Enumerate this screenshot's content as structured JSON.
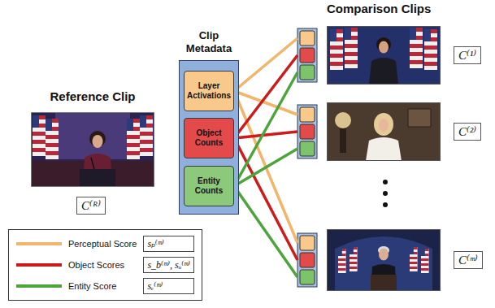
{
  "diagram": {
    "nodes": [
      {
        "text": [
          "Reference Clip",
          "C⁽ᴿ⁾"
        ]
      },
      {
        "text": [
          "Clip Metadata"
        ]
      },
      {
        "text": [
          "Layer Activations"
        ],
        "in": 1
      },
      {
        "text": [
          "Object Counts"
        ],
        "in": 1
      },
      {
        "text": [
          "Entity Counts"
        ],
        "in": 1
      },
      {
        "text": [
          "C⁽¹⁾"
        ]
      },
      {
        "text": [
          "C⁽²⁾"
        ]
      },
      {
        "text": [
          "C⁽ᵐ⁾"
        ]
      }
    ],
    "edges": [
      {
        "from": 2,
        "to": 5,
        "arrow": "none"
      },
      {
        "from": 2,
        "to": 6,
        "arrow": "none"
      },
      {
        "from": 2,
        "to": 7,
        "arrow": "none"
      },
      {
        "from": 3,
        "to": 5,
        "arrow": "none"
      },
      {
        "from": 3,
        "to": 6,
        "arrow": "none"
      },
      {
        "from": 3,
        "to": 7,
        "arrow": "none"
      },
      {
        "from": 4,
        "to": 5,
        "arrow": "none"
      },
      {
        "from": 4,
        "to": 6,
        "arrow": "none"
      },
      {
        "from": 4,
        "to": 7,
        "arrow": "none"
      }
    ],
    "labels": [
      "Comparison Clips",
      "sₚ⁽ᵐ⁾",
      "s_b⁽ᵐ⁾, sᵤ⁽ᵐ⁾",
      "sₑ⁽ᵐ⁾"
    ],
    "legend": [
      {
        "text": "Perceptual Score"
      },
      {
        "text": "Object Scores"
      },
      {
        "text": "Entity Score"
      }
    ]
  }
}
